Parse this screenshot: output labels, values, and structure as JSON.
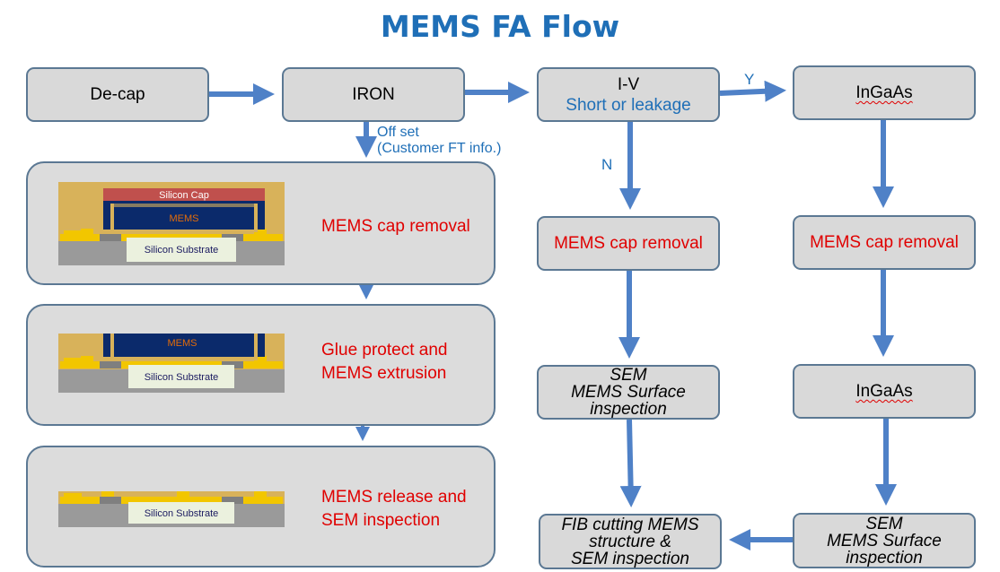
{
  "title": "MEMS FA Flow",
  "boxes": {
    "decap": "De-cap",
    "iron": "IRON",
    "iv_line1": "I-V",
    "iv_line2": "Short or leakage",
    "ingaas_top": "InGaAs",
    "mid_cap_removal": "MEMS cap removal",
    "right_cap_removal": "MEMS cap removal",
    "sem_mid": [
      "SEM",
      "MEMS Surface",
      "inspection"
    ],
    "ingaas_mid": "InGaAs",
    "fib": [
      "FIB cutting MEMS",
      "structure &",
      "SEM inspection"
    ],
    "sem_right": [
      "SEM",
      "MEMS Surface",
      "inspection"
    ]
  },
  "labels": {
    "offset_line1": "Off set",
    "offset_line2": "(Customer FT info.)",
    "yes": "Y",
    "no": "N"
  },
  "left_steps": [
    {
      "text": [
        "MEMS cap removal"
      ],
      "image": {
        "cap": "Silicon Cap",
        "mems": "MEMS",
        "substrate": "Silicon Substrate"
      }
    },
    {
      "text": [
        "Glue protect and",
        "MEMS extrusion"
      ],
      "image": {
        "mems": "MEMS",
        "substrate": "Silicon Substrate"
      }
    },
    {
      "text": [
        "MEMS release and",
        "SEM inspection"
      ],
      "image": {
        "substrate": "Silicon Substrate"
      }
    }
  ],
  "colors": {
    "title": "#1f6fb7",
    "arrow": "#4f81c7",
    "box_fill": "#d9d9d9",
    "box_border": "#5b7893",
    "step_text": "#e00000",
    "gold": "#d8b25a",
    "cap": "#c0504d",
    "mems": "#0b2a6b",
    "substrate": "#ebf1de"
  }
}
